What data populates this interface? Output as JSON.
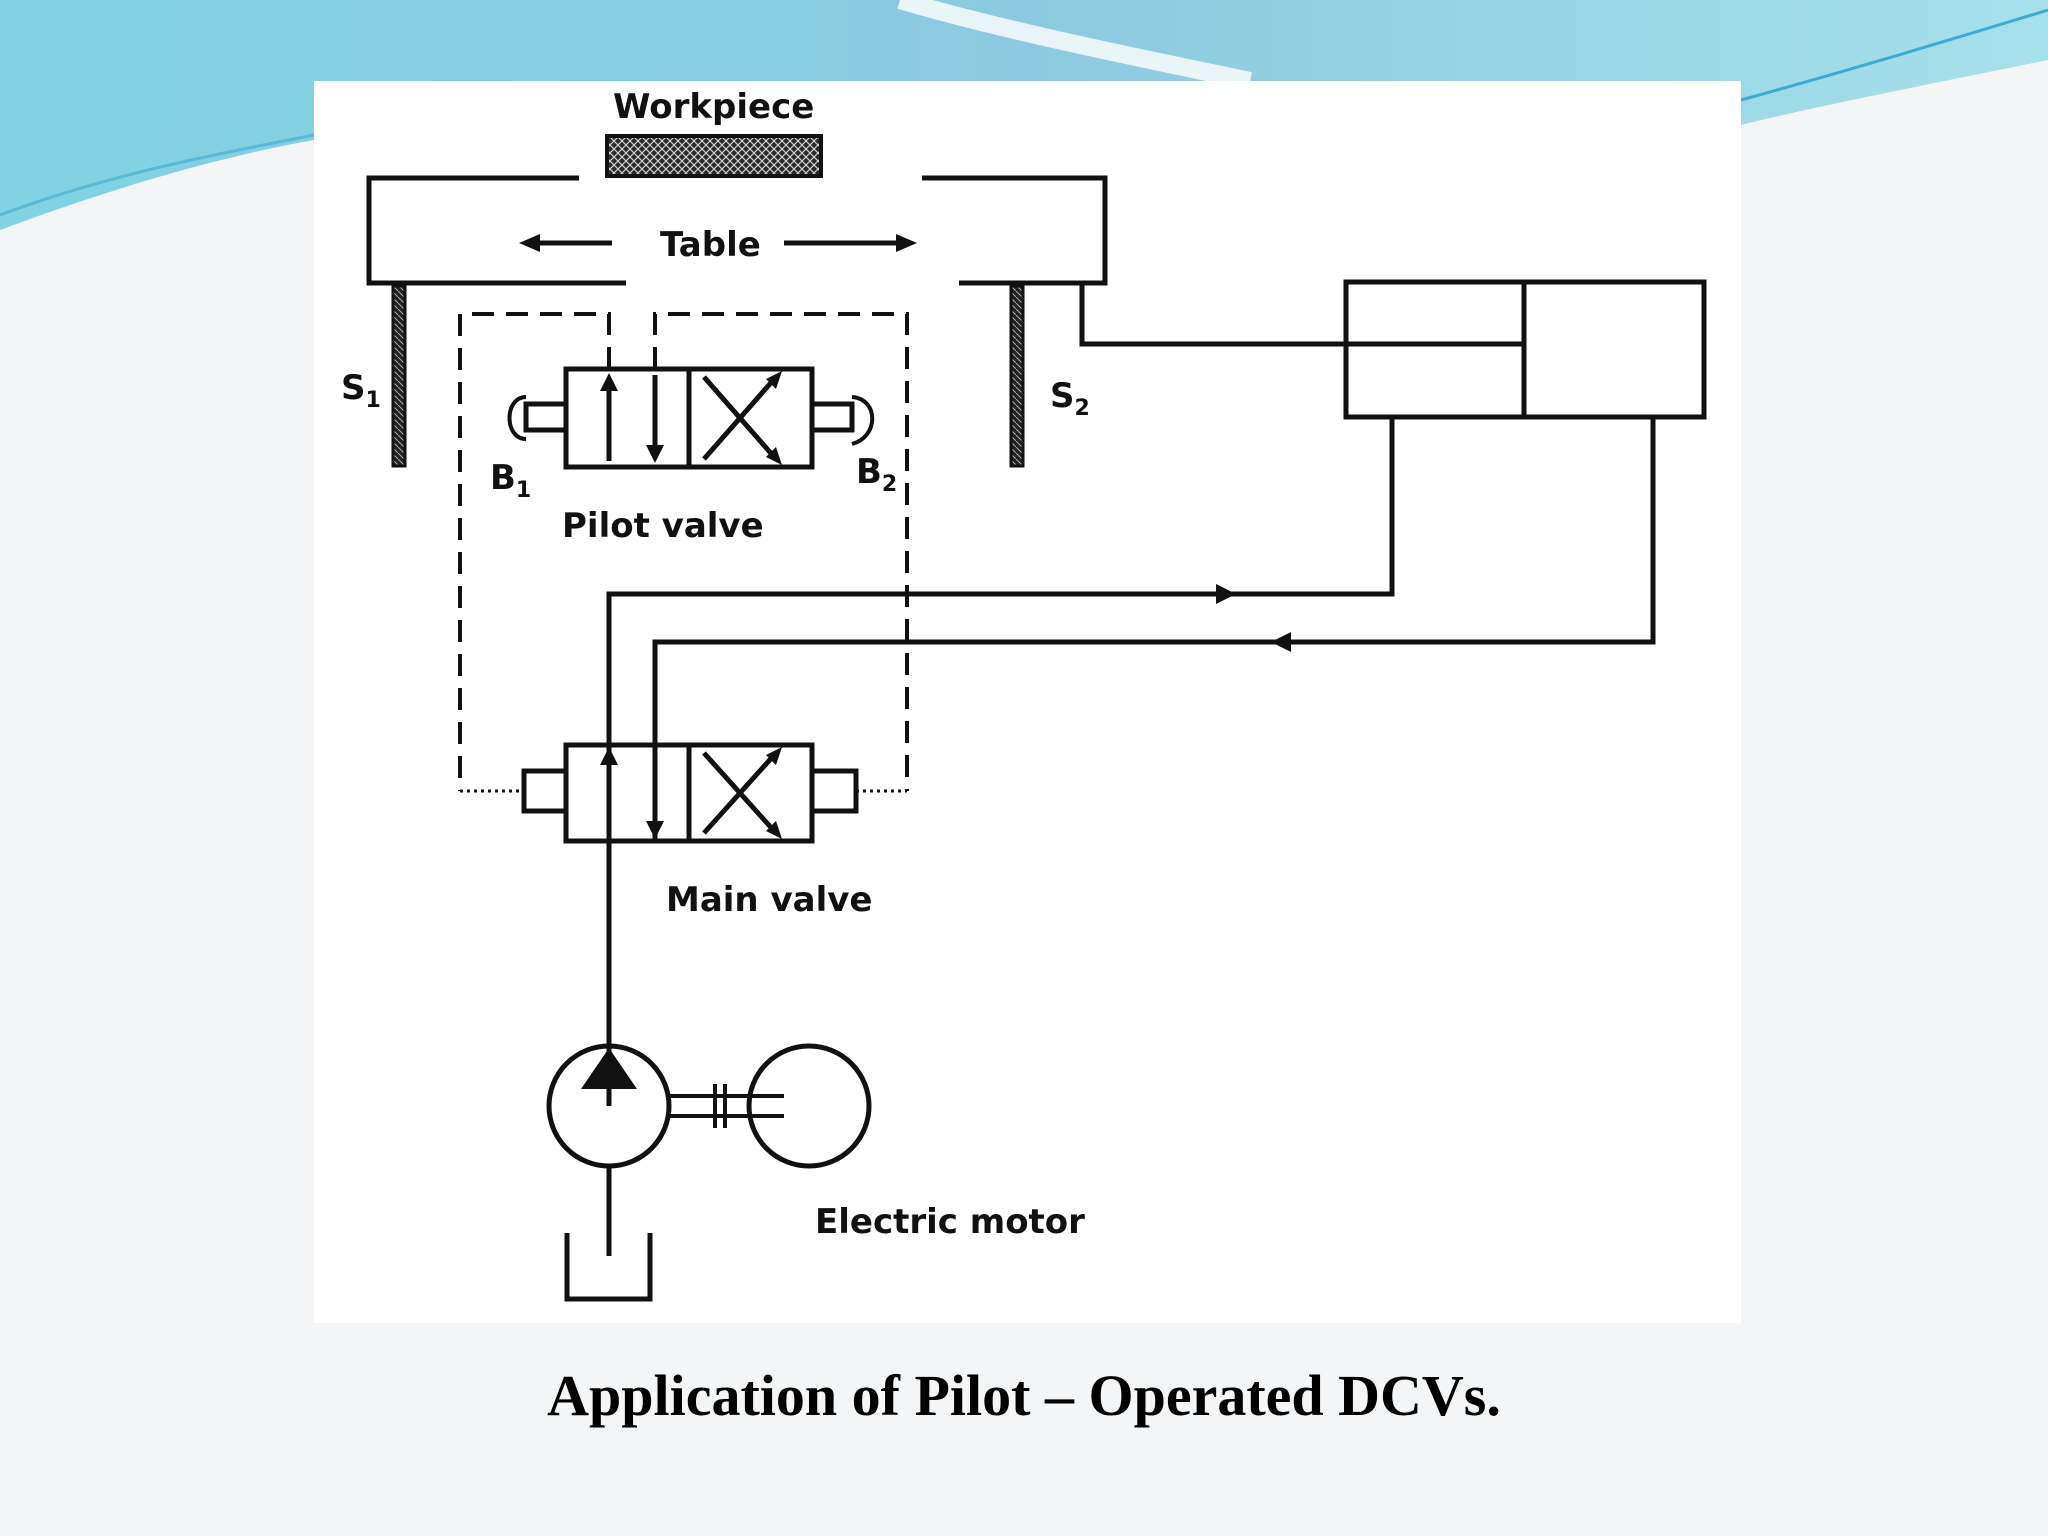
{
  "labels": {
    "workpiece": "Workpiece",
    "table": "Table",
    "s1": "S",
    "s1_sub": "1",
    "s2": "S",
    "s2_sub": "2",
    "b1": "B",
    "b1_sub": "1",
    "b2": "B",
    "b2_sub": "2",
    "pilot_valve": "Pilot valve",
    "main_valve": "Main valve",
    "electric_motor": "Electric motor"
  },
  "caption": "Application of Pilot – Operated DCVs.",
  "colors": {
    "line": "#111111",
    "background": "#f3f5f6",
    "panel": "#ffffff",
    "wave_light": "#a9e3ec",
    "wave_dark": "#6cc2dc"
  }
}
